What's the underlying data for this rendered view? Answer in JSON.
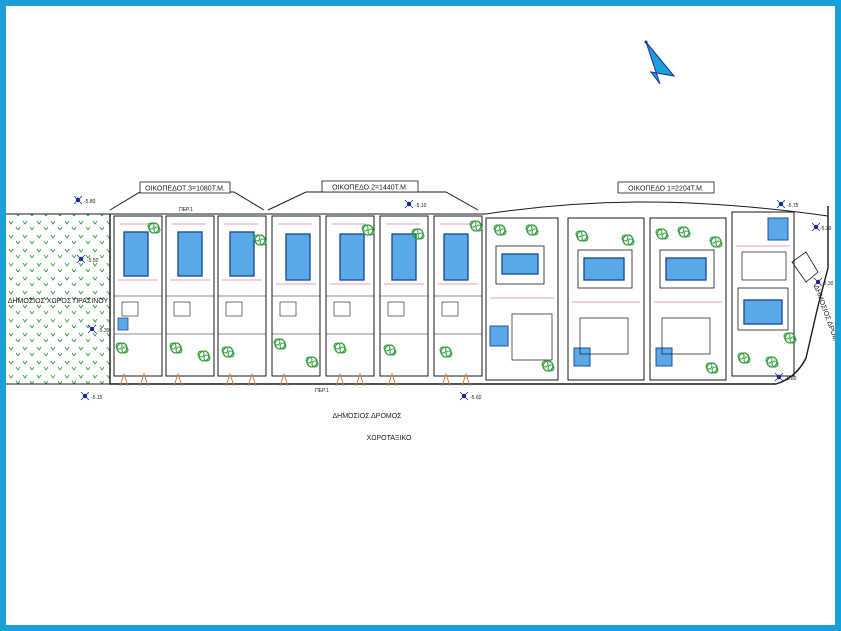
{
  "colors": {
    "frame": "#1aa0d8",
    "line": "#1a1a1a",
    "pool_fill": "#5aa9e6",
    "pool_edge": "#1f4fa0",
    "tree": "#2e9e3a",
    "green_zone": "#2e9e3a",
    "dimension": "#e23a6a",
    "shrub": "#c8824a",
    "point_marker": "#1e2a9a"
  },
  "plots": {
    "plot3": "ΟΙΚΟΠΕΔΟΤ 3=1080Τ.Μ.",
    "plot2": "ΟΙΚΟΠΕΔΟ 2=1440Τ.Μ.",
    "plot1": "ΟΙΚΟΠΕΔΟ 1=2204Τ.Μ."
  },
  "labels": {
    "public_green": "ΔΗΜΟΣΙΟΣ ΧΩΡΟΣ ΠΡΑΣΙΝΟΥ",
    "public_road": "ΔΗΜΟΣΙΟΣ ΔΡΟΜΟΣ",
    "public_road_side": "ΔΗΜΟΣΙΟΣ ΔΡΟΜΟΣ",
    "layout_title": "ΧΩΡΟΤΑΞΙΚΟ",
    "per1_top": "ΠΕΡ.1",
    "per1_bottom": "ΠΕΡ.1"
  },
  "elevations": [
    "-5.80",
    "-5.50",
    "-5.30",
    "-5.15",
    "-5.10",
    "-5.60",
    "-5.75",
    "-5.80",
    "-5.20",
    "-5.30"
  ],
  "icons": {
    "north_arrow": "north-arrow-icon",
    "elevation_point": "elevation-point-icon",
    "tree": "tree-icon"
  }
}
